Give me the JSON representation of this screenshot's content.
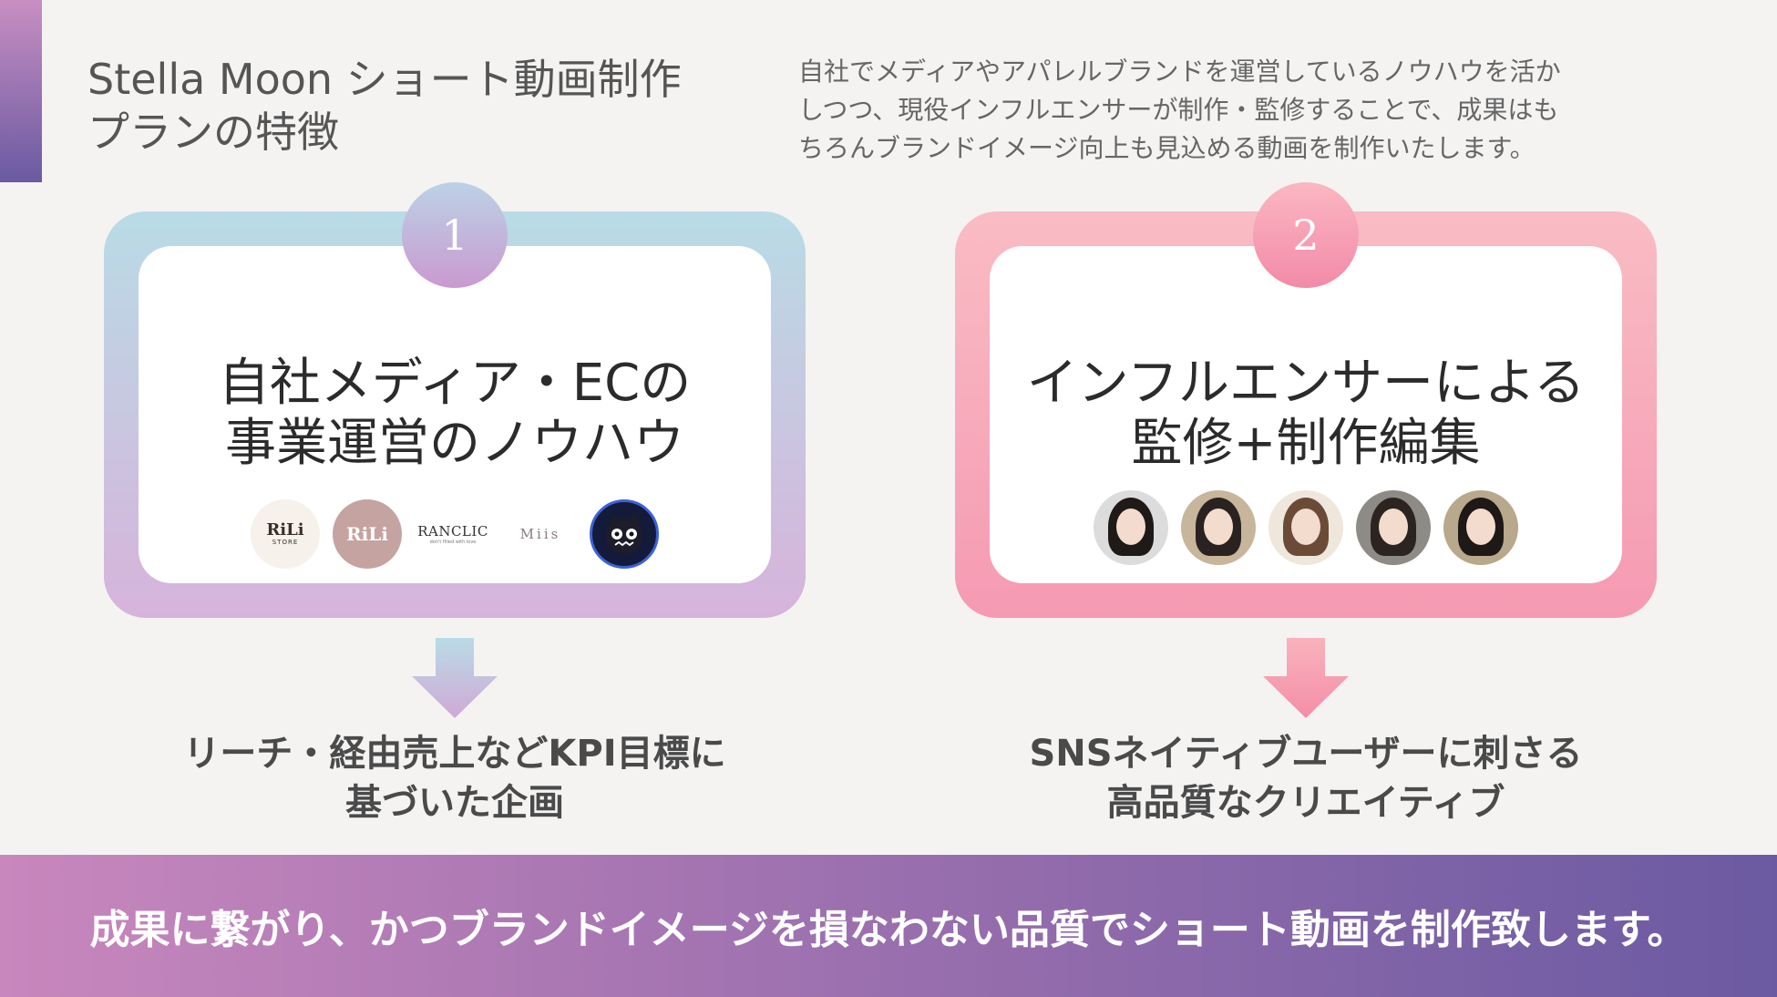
{
  "header": {
    "title_lines": [
      "Stella Moon ショート動画制作",
      "プランの特徴"
    ],
    "intro_lines": [
      "自社でメディアやアパレルブランドを運営しているノウハウを活か",
      "しつつ、現役インフルエンサーが制作・監修することで、成果はも",
      "ちろんブランドイメージ向上も見込める動画を制作いたします。"
    ]
  },
  "features": [
    {
      "number": "1",
      "heading_lines": [
        "自社メディア・ECの",
        "事業運営のノウハウ"
      ],
      "logos": [
        {
          "name": "RiLi",
          "sub": "STORE"
        },
        {
          "name": "RiLi",
          "sub": ""
        },
        {
          "name": "RANCLIC",
          "sub": "don't filled with love"
        },
        {
          "name": "Miis",
          "sub": ""
        },
        {
          "name": "",
          "sub": ""
        }
      ],
      "outcome_lines": [
        "リーチ・経由売上などKPI目標に",
        "基づいた企画"
      ],
      "gradient": [
        "#b9dbe6",
        "#d7b3db"
      ]
    },
    {
      "number": "2",
      "heading_lines": [
        "インフルエンサーによる",
        "監修+制作編集"
      ],
      "avatar_count": 5,
      "outcome_lines": [
        "SNSネイティブユーザーに刺さる",
        "高品質なクリエイティブ"
      ],
      "gradient": [
        "#f9bcc4",
        "#f59ab2"
      ]
    }
  ],
  "banner": {
    "text": "成果に繋がり、かつブランドイメージを損なわない品質でショート動画を制作致します。",
    "gradient": [
      "#c887bd",
      "#6b5aa2"
    ]
  }
}
